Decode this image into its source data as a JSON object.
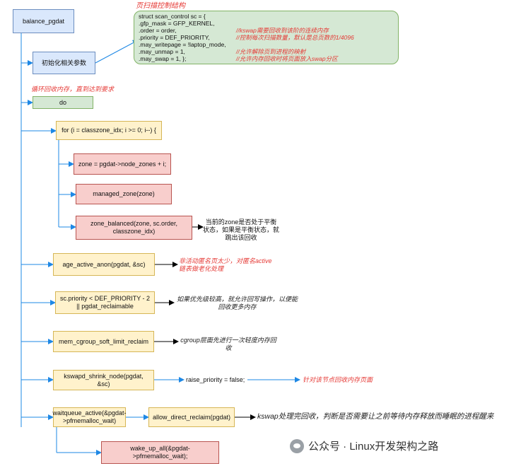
{
  "nodes": {
    "balance_pgdat": "balance_pgdat",
    "init_params": "初始化相关参数",
    "do": "do",
    "for_loop": "for (i = classzone_idx; i >= 0; i--) {",
    "zone_assign": "zone = pgdat->node_zones + i;",
    "managed_zone": "managed_zone(zone)",
    "zone_balanced": "zone_balanced(zone, sc.order, classzone_idx)",
    "age_active_anon": "age_active_anon(pgdat, &sc)",
    "priority_check": "sc.priority < DEF_PRIORITY - 2 || pgdat_reclaimable",
    "mem_cgroup": "mem_cgroup_soft_limit_reclaim",
    "kswapd_shrink": "kswapd_shrink_node(pgdat, &sc)",
    "raise_priority": "raise_priority = false;",
    "waitqueue_active": "waitqueue_active(&pgdat->pfmemalloc_wait)",
    "allow_direct_reclaim": "allow_direct_reclaim(pgdat)",
    "wake_up_all": "wake_up_all(&pgdat->pfmemalloc_wait);"
  },
  "code_block": {
    "title": "页扫描控制结构",
    "lines": [
      {
        "code": "struct scan_control sc = {",
        "comment": ""
      },
      {
        "code": ".gfp_mask = GFP_KERNEL,",
        "comment": ""
      },
      {
        "code": ".order = order,",
        "comment": "//kswap需要回收到该阶的连续内存"
      },
      {
        "code": ".priority = DEF_PRIORITY,",
        "comment": "//控制每次扫描数量，默认是总页数的1/4096"
      },
      {
        "code": ".may_writepage = !laptop_mode,",
        "comment": ""
      },
      {
        "code": ".may_unmap = 1,",
        "comment": "//允许解除页到进程的映射"
      },
      {
        "code": ".may_swap = 1, };",
        "comment": "//允许内存回收时将页面放入swap分区"
      }
    ]
  },
  "annotations": {
    "loop_note": "循环回收内存，直到达到要求",
    "zone_balanced_note": "当前的zone是否处于平衡状态，如果是平衡状态，就跳出该回收",
    "age_note": "非活动匿名页太少，对匿名active链表做老化处理",
    "priority_note": "如果优先级较高，就允许回写操作，以便能回收更多内存",
    "cgroup_note": "cgroup层面先进行一次轻度内存回收",
    "shrink_note": "针对该节点回收内存页面",
    "kswap_note": "kswap处理完回收，判断是否需要让之前等待内存释放而睡眠的进程醒来"
  },
  "watermark": "公众号 · Linux开发架构之路",
  "colors": {
    "blue_fill": "#dae8fc",
    "yellow_fill": "#fff2cc",
    "red_fill": "#f8cecc",
    "green_fill": "#d5e8d4",
    "arrow": "#1e88e5",
    "red_text": "#e53935"
  }
}
